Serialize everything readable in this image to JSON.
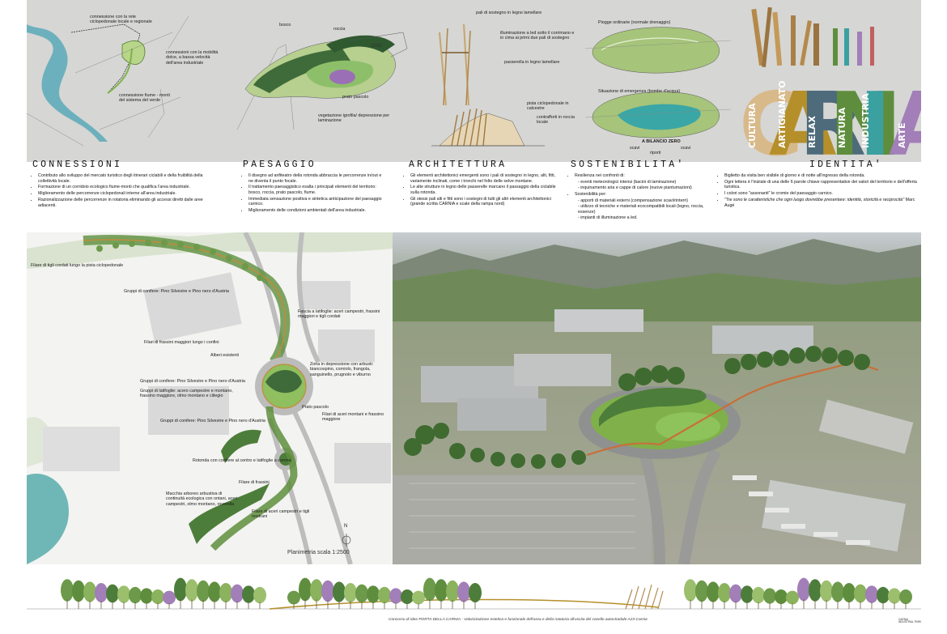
{
  "diagrams": {
    "connections": {
      "label_network": "connessione con la rete ciclopedonale locale e regionale",
      "label_mobility": "connessioni con la mobilità dolce, a bassa velocità dell'area industriale",
      "label_river": "connessione fiume - monti del sistema del verde"
    },
    "landscape": {
      "label_wood": "bosco",
      "label_rock": "roccia",
      "label_meadow": "prato pascolo",
      "label_vegetation": "vegetazione igrofila/ depressione per laminazione"
    },
    "architecture": {
      "label_poles": "pali di sostegno in legno lamellare",
      "label_lighting": "illuminazione a led sotto il corrimano e in cima ai primi due pali di sostegno",
      "label_walkway": "passerella in legno lamellare",
      "label_path": "pista ciclopedonale in calcestre",
      "label_buttress": "contrafforti in roccia locale"
    },
    "sustainability": {
      "label_ordinary": "Piogge ordinarie (normale drenaggio)",
      "label_emergency": "Situazione di emergenza (bombe d'acqua)",
      "label_balance": "A BILANCIO ZERO",
      "label_cut1": "scavi",
      "label_fill": "riporti",
      "label_cut2": "scavi"
    },
    "identity": {
      "word": "CARNIA",
      "letters": [
        "C",
        "A",
        "R",
        "N",
        "I",
        "A"
      ],
      "values": [
        "CULTURA",
        "ARTIGIANATO",
        "RELAX",
        "NATURA",
        "INDUSTRIA",
        "ARTE"
      ]
    }
  },
  "sections": [
    {
      "title": "CONNESSIONI",
      "bullets": [
        "Contributo allo sviluppo del mercato turistico degli itinerari ciclabili e della fruibilità della collettività locale.",
        "Formazione di un corridoio ecologico fiume-monti che qualifica l'area industriale.",
        "Miglioramento delle percorrenze ciclopedonali interne all'area industriale.",
        "Razionalizzazione delle percorrenze in rotatoria eliminando gli accessi diretti dalle aree adiacenti."
      ]
    },
    {
      "title": "PAESAGGIO",
      "bullets": [
        "Il disegno ad anfiteatro della rotonda abbraccia le percorrenze in/out e ne diventa il punto focale.",
        "Il trattamento paesaggistico esalta i principali elementi del territorio: bosco, roccia, prato pascolo, fiume.",
        "Immediata sensazione positiva e sintetica anticipazione del paesaggio carnico.",
        "Miglioramento delle condizioni ambientali dell'area industriale."
      ]
    },
    {
      "title": "ARCHITETTURA",
      "bullets": [
        "Gli elementi architettonici emergenti sono i pali di sostegno in legno, alti, fitti, variamente inclinati, come i tronchi nel folto delle selve montane.",
        "Le alte strutture in legno delle passerelle marcano il passaggio della ciclabile sulla rotonda.",
        "Gli stessi pali alti e fitti sono i sostegni di tutti gli altri elementi architettonici (grande scritta CARNIA e scale della rampa nord)"
      ]
    },
    {
      "title": "SOSTENIBILITA'",
      "intro1": "Resilienza nei confronti di:",
      "sub1": [
        "- eventi meteorologici intensi (bacini di laminazione)",
        "- inquinamento aria e cappe di calore (nuove piantumazioni)"
      ],
      "intro2": "Sostenibilità per:",
      "sub2": [
        "- apporti di materiali esterni (compensazione scavi/rinterri)",
        "- utilizzo di tecniche e materiali ecocompatibili locali (legno, roccia, essenze)",
        "- impianti di illuminazione a led."
      ]
    },
    {
      "title": "IDENTITA'",
      "bullets": [
        "Biglietto da visita ben visibile di giorno e di notte all'ingresso della rotonda.",
        "Ogni lettera è l'iniziale di una delle 6 parole chiave rappresentative dei valori del territorio e dell'offerta turistica.",
        "I colori sono \"assonanti\" le cromie del paesaggio carnico."
      ],
      "quote": "\"Tre sono le caratteristiche che ogni luogo dovrebbe presentare: identità, storicità e reciprocità\"",
      "quote_author": "Marc Augé"
    }
  ],
  "plan": {
    "labels": [
      "Filare di tigli cordati lungo la pista ciclopedonale",
      "Gruppi di conifere: Pino Silvestre e Pino nero d'Austria",
      "Fascia a latifoglie: aceri campestri, frassini maggiori e tigli cordati",
      "Filari di frassini maggiori lungo i confini",
      "Alberi esistenti",
      "Zona in depressione con arbusti: biancospino, corniolo, frangola, sanguinello, prugnolo e viburno",
      "Gruppi di conifere: Pino Silvestre e Pino nero d'Austria",
      "Gruppi di latifoglie: acero campestre e montano, frassino maggiore, olmo montano e ciliegio",
      "Prato pascolo",
      "Filari di aceri montani e frassino maggiore",
      "Gruppi di conifere: Pino Silvestre e Pino nero d'Austria",
      "Rotonda con conifere al centro e latifoglie a corona",
      "Filare di frassini",
      "Macchia arboreo arbustiva di continuità ecologica con ontani, aceri campestri, olmo montano, roverella",
      "Filare di aceri campestri e tigli nostrani"
    ],
    "north": "N",
    "scale": "Planimetria scala 1:2500"
  },
  "footer": {
    "text": "Concorso di idee PORTA DELLA CARNIA - Valorizzazione estetica e funzionale dell'area e della rotatoria all'uscita del casello autostradale A23-Carnia",
    "logo": "CARNIA INDUSTRIAL PARK"
  },
  "colors": {
    "cultura": "#d8b98a",
    "artigianato": "#b58f2a",
    "relax": "#4d6b7a",
    "natura": "#5e8e3d",
    "industria": "#3aa0a0",
    "arte": "#a27fb8",
    "grass": "#7fa85a",
    "band": "#d6d6d4"
  }
}
